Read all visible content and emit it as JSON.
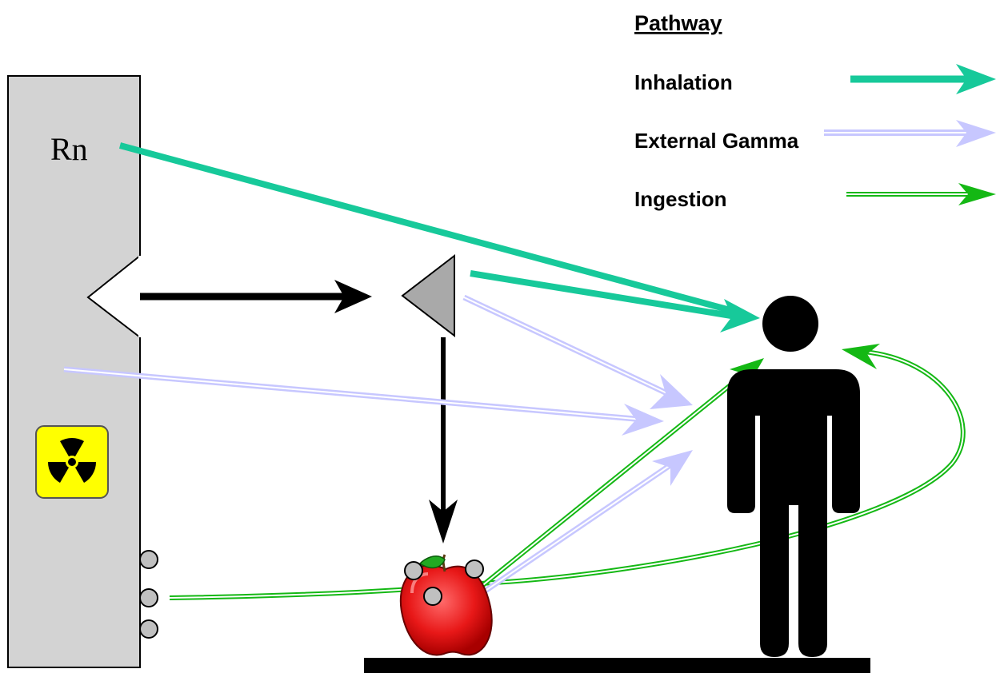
{
  "legend": {
    "title": "Pathway",
    "items": [
      {
        "label": "Inhalation",
        "style": "solid",
        "color": "#17c99a"
      },
      {
        "label": "External Gamma",
        "style": "double",
        "color": "#c7c7ff"
      },
      {
        "label": "Ingestion",
        "style": "double",
        "color": "#14b814"
      }
    ]
  },
  "source": {
    "label": "Rn",
    "wall_color": "#d3d3d3",
    "hazard_color": "#ffff00"
  },
  "colors": {
    "inhalation": "#17c99a",
    "external_gamma": "#c7c7ff",
    "ingestion": "#14b814",
    "transport": "#000000",
    "particle": "#c0c0c0",
    "apple": "#e81818",
    "leaf": "#22aa22"
  },
  "icons": [
    "radiation-hazard-icon",
    "apple-icon",
    "person-icon",
    "particle-icon",
    "cone-icon"
  ]
}
